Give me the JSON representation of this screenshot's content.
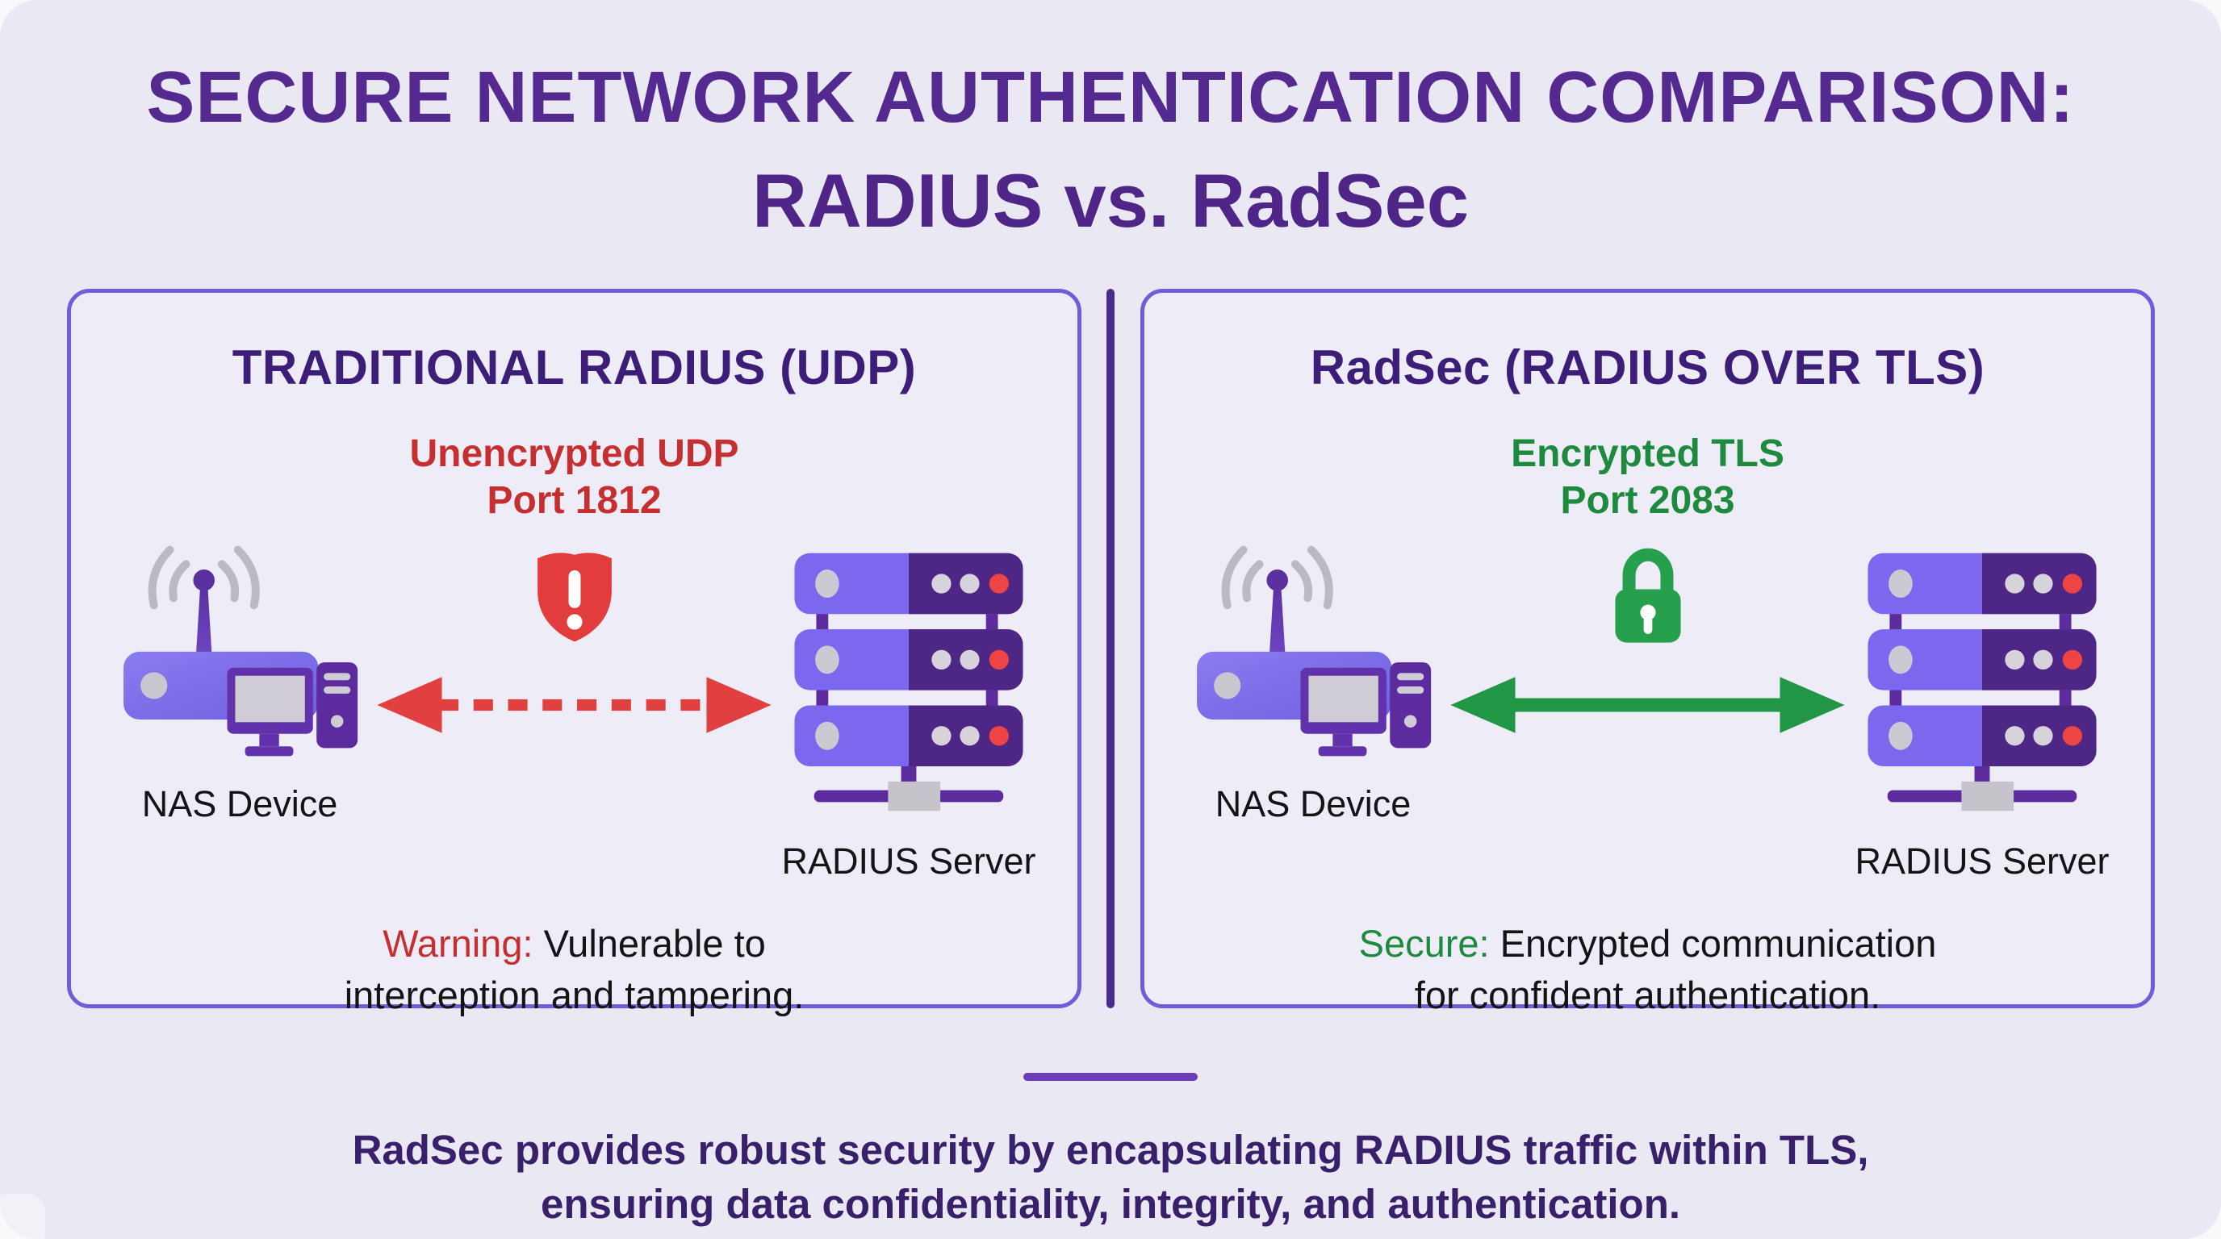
{
  "title": {
    "line1": "SECURE NETWORK AUTHENTICATION COMPARISON:",
    "line2": "RADIUS vs. RadSec"
  },
  "panels": [
    {
      "heading": "TRADITIONAL RADIUS (UDP)",
      "transport_line1": "Unencrypted UDP",
      "transport_line2": "Port 1812",
      "left_device_label": "NAS Device",
      "right_device_label": "RADIUS Server",
      "note_prefix": "Warning:",
      "note_line1_rest": " Vulnerable to",
      "note_line2": "interception and tampering.",
      "status_icon": "warning-shield",
      "arrow_style": "dashed"
    },
    {
      "heading": "RadSec (RADIUS OVER TLS)",
      "transport_line1": "Encrypted TLS",
      "transport_line2": "Port 2083",
      "left_device_label": "NAS Device",
      "right_device_label": "RADIUS Server",
      "note_prefix": "Secure:",
      "note_line1_rest": " Encrypted communication",
      "note_line2": "for confident authentication.",
      "status_icon": "padlock",
      "arrow_style": "solid"
    }
  ],
  "footer": {
    "line1": "RadSec provides robust security by encapsulating RADIUS traffic within TLS,",
    "line2": "ensuring data confidentiality, integrity, and authentication."
  },
  "colors": {
    "title_purple": "#552a90",
    "heading_purple": "#3c1d78",
    "panel_border_purple": "#6e5fd9",
    "divider_purple": "#4d2b8e",
    "footer_purple": "#38206b",
    "warning_red_text": "#c62f2f",
    "shield_red": "#e23c3c",
    "arrow_red": "#e04040",
    "secure_green_text": "#1d8a3e",
    "lock_green": "#27a04e",
    "arrow_green": "#219644",
    "card_background": "#eae8f2"
  }
}
